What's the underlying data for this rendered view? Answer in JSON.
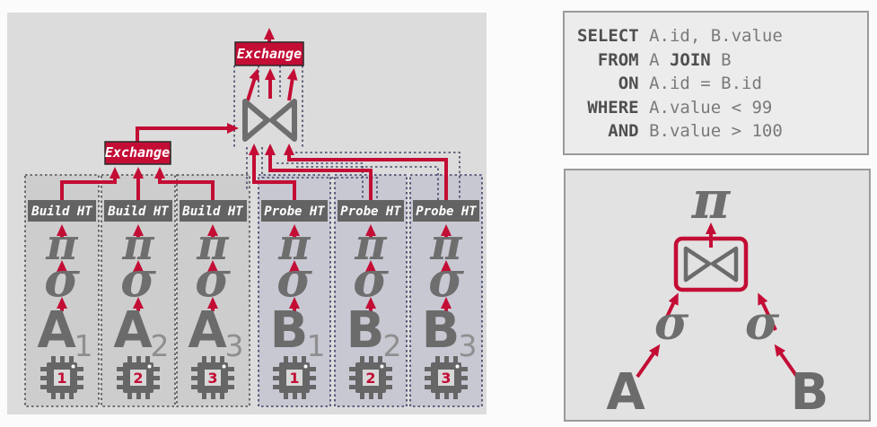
{
  "palette": {
    "accent_red": "#c30d35",
    "symbol_gray": "#6e6e6e",
    "build_column_bg": "#cdcdcd",
    "probe_column_bg": "#c7c8d2",
    "probe_outline_blue": "#3c3c66",
    "stage_box_gray": "#636363",
    "left_panel_bg": "#dcdcdc",
    "side_panel_bg": "#ececec",
    "sql_keyword_color": "#4f4f4f",
    "sql_text_color": "#7a7a7a"
  },
  "left_diagram": {
    "exchange_top": "Exchange",
    "exchange_left": "Exchange",
    "join_symbol": "⋈",
    "pipelines": [
      {
        "stage": "Build HT",
        "project": "π",
        "select": "σ",
        "table": "A",
        "subscript": "1",
        "core": "1"
      },
      {
        "stage": "Build HT",
        "project": "π",
        "select": "σ",
        "table": "A",
        "subscript": "2",
        "core": "2"
      },
      {
        "stage": "Build HT",
        "project": "π",
        "select": "σ",
        "table": "A",
        "subscript": "3",
        "core": "3"
      },
      {
        "stage": "Probe HT",
        "project": "π",
        "select": "σ",
        "table": "B",
        "subscript": "1",
        "core": "1"
      },
      {
        "stage": "Probe HT",
        "project": "π",
        "select": "σ",
        "table": "B",
        "subscript": "2",
        "core": "2"
      },
      {
        "stage": "Probe HT",
        "project": "π",
        "select": "σ",
        "table": "B",
        "subscript": "3",
        "core": "3"
      }
    ]
  },
  "sql_query": {
    "lines": [
      {
        "keyword": "SELECT",
        "pre": " A.id, B.value",
        "mid_keyword": "",
        "post": ""
      },
      {
        "keyword": "FROM",
        "pre": " A ",
        "mid_keyword": "JOIN",
        "post": " B"
      },
      {
        "keyword": "ON",
        "pre": " A.id = B.id",
        "mid_keyword": "",
        "post": ""
      },
      {
        "keyword": "WHERE",
        "pre": " A.value < 99",
        "mid_keyword": "",
        "post": ""
      },
      {
        "keyword": "AND",
        "pre": " B.value > 100",
        "mid_keyword": "",
        "post": ""
      }
    ]
  },
  "logical_plan": {
    "project": "π",
    "join_symbol": "⋈",
    "select_left": "σ",
    "select_right": "σ",
    "table_left": "A",
    "table_right": "B"
  }
}
